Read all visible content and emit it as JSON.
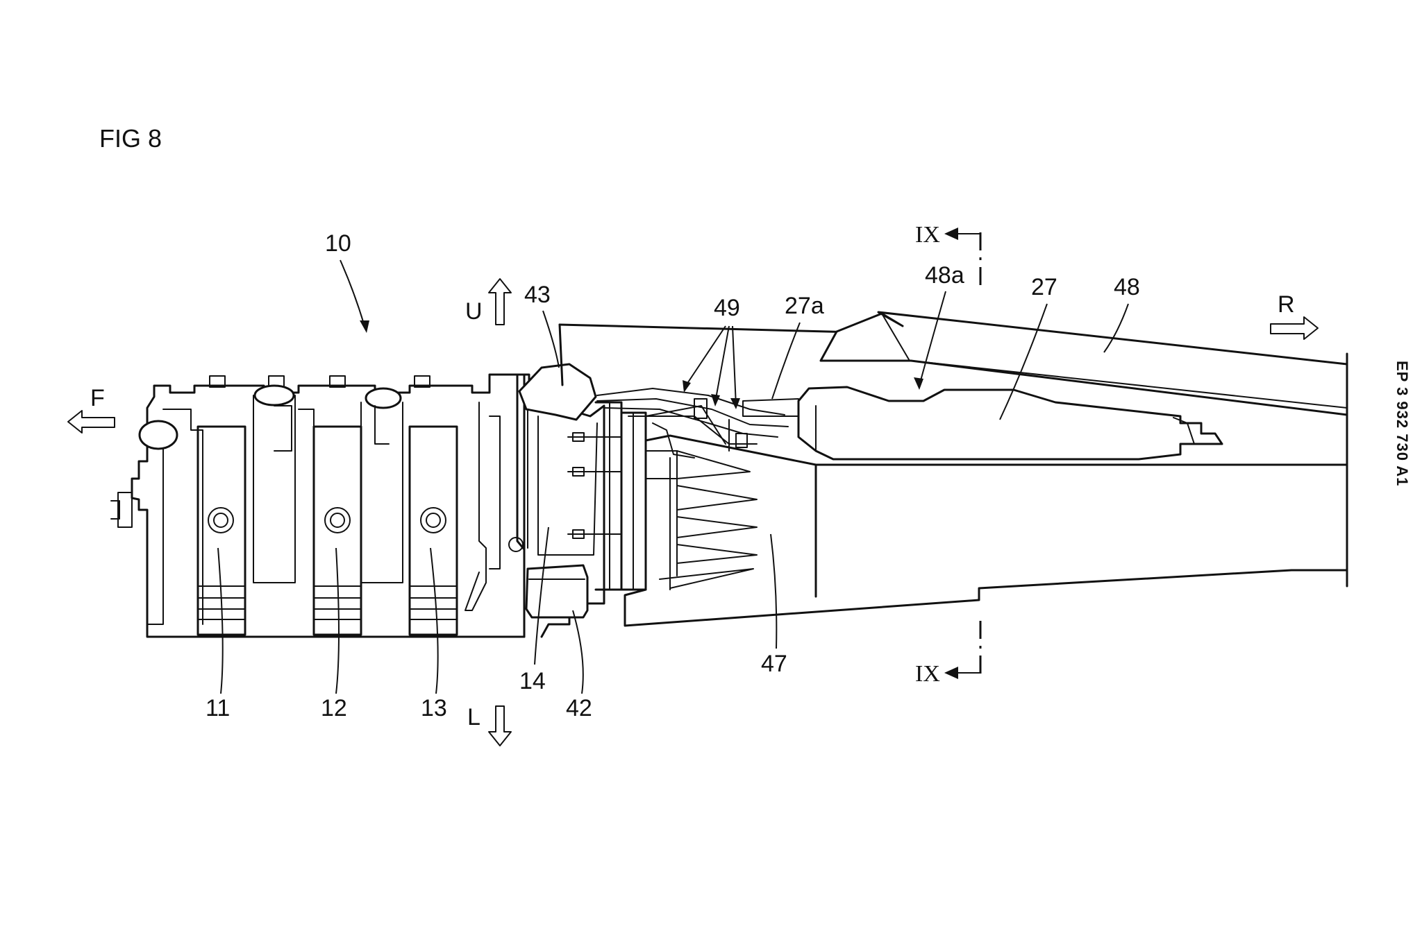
{
  "figure": {
    "title": "FIG 8",
    "publication_number": "EP 3 932 730 A1"
  },
  "reference_numerals": {
    "r10": "10",
    "r11": "11",
    "r12": "12",
    "r13": "13",
    "r14": "14",
    "r27": "27",
    "r27a": "27a",
    "r42": "42",
    "r43": "43",
    "r47": "47",
    "r48": "48",
    "r48a": "48a",
    "r49": "49"
  },
  "direction_labels": {
    "front": "F",
    "rear": "R",
    "up": "U",
    "low": "L"
  },
  "section_marks": {
    "top": "IX",
    "bottom": "IX"
  }
}
